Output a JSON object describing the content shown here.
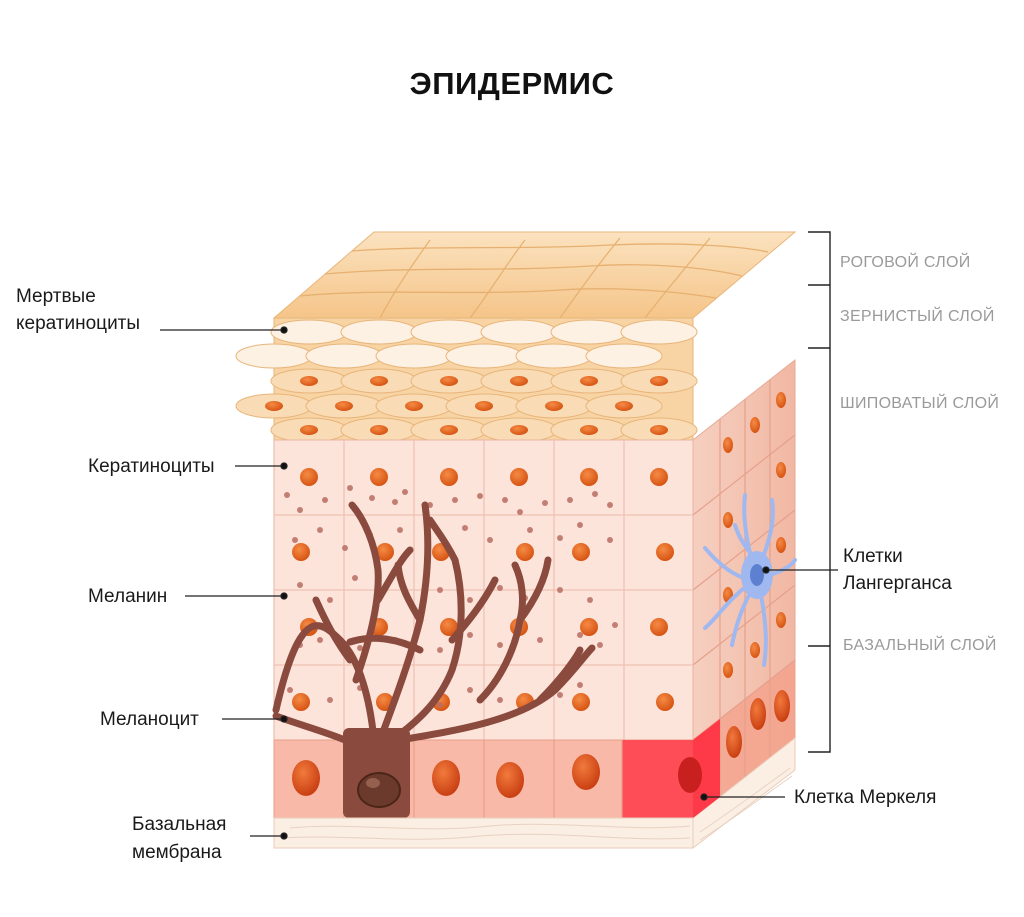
{
  "title": "ЭПИДЕРМИС",
  "labels_left": {
    "dead_keratinocytes": [
      "Мертвые",
      "кератиноциты"
    ],
    "keratinocytes": "Кератиноциты",
    "melanin": "Меланин",
    "melanocyte": "Меланоцит",
    "basement_membrane": [
      "Базальная",
      "мембрана"
    ]
  },
  "labels_right": {
    "langerhans": [
      "Клетки",
      "Лангерганса"
    ],
    "merkel": "Клетка Меркеля"
  },
  "layers": {
    "corneum": "РОГОВОЙ СЛОЙ",
    "granulosum": "ЗЕРНИСТЫЙ СЛОЙ",
    "spinosum": "ШИПОВАТЫЙ СЛОЙ",
    "basale": "БАЗАЛЬНЫЙ СЛОЙ"
  },
  "colors": {
    "top_skin": "#f7d09b",
    "cell_fill": "#fde4db",
    "basal_fill": "#f9b9a8",
    "nucleus": "#e8641c",
    "melanocyte": "#8a4a3d",
    "merkel": "#ff4d57",
    "langerhans": "#9fb8f0",
    "layer_text": "#9a9a9a"
  }
}
